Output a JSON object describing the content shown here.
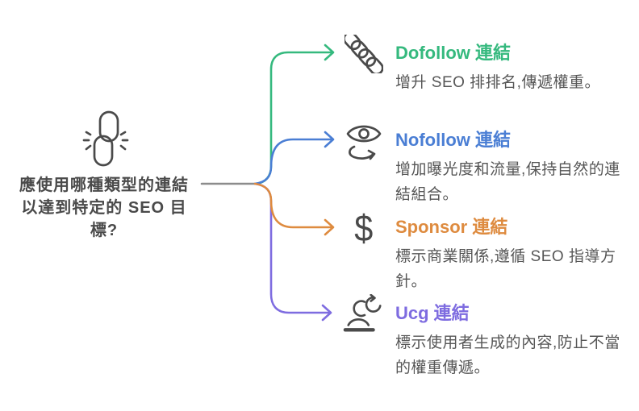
{
  "center": {
    "line1": "應使用哪種類型的連結",
    "line2": "以達到特定的 SEO 目",
    "line3": "標?"
  },
  "branches": [
    {
      "title": "Dofollow 連結",
      "desc": "增升 SEO 排排名,傳遞權重。",
      "color": "#35b97e",
      "icon": "chain-links-icon"
    },
    {
      "title": "Nofollow 連結",
      "desc": "增加曝光度和流量,保持自然的連結組合。",
      "color": "#4a7ed4",
      "icon": "eye-swap-icon"
    },
    {
      "title": "Sponsor 連結",
      "desc": "標示商業關係,遵循 SEO 指導方針。",
      "color": "#de8b3f",
      "icon": "dollar-sign-icon",
      "icon_glyph": "$"
    },
    {
      "title": "Ucg 連結",
      "desc": "標示使用者生成的內容,防止不當的權重傳遞。",
      "color": "#7e6ce0",
      "icon": "user-refresh-icon"
    }
  ],
  "colors": {
    "root_line": "#8c8c8c",
    "icon_stroke": "#4a4a4a",
    "center_text": "#4a4a4a",
    "desc_text": "#565656"
  }
}
